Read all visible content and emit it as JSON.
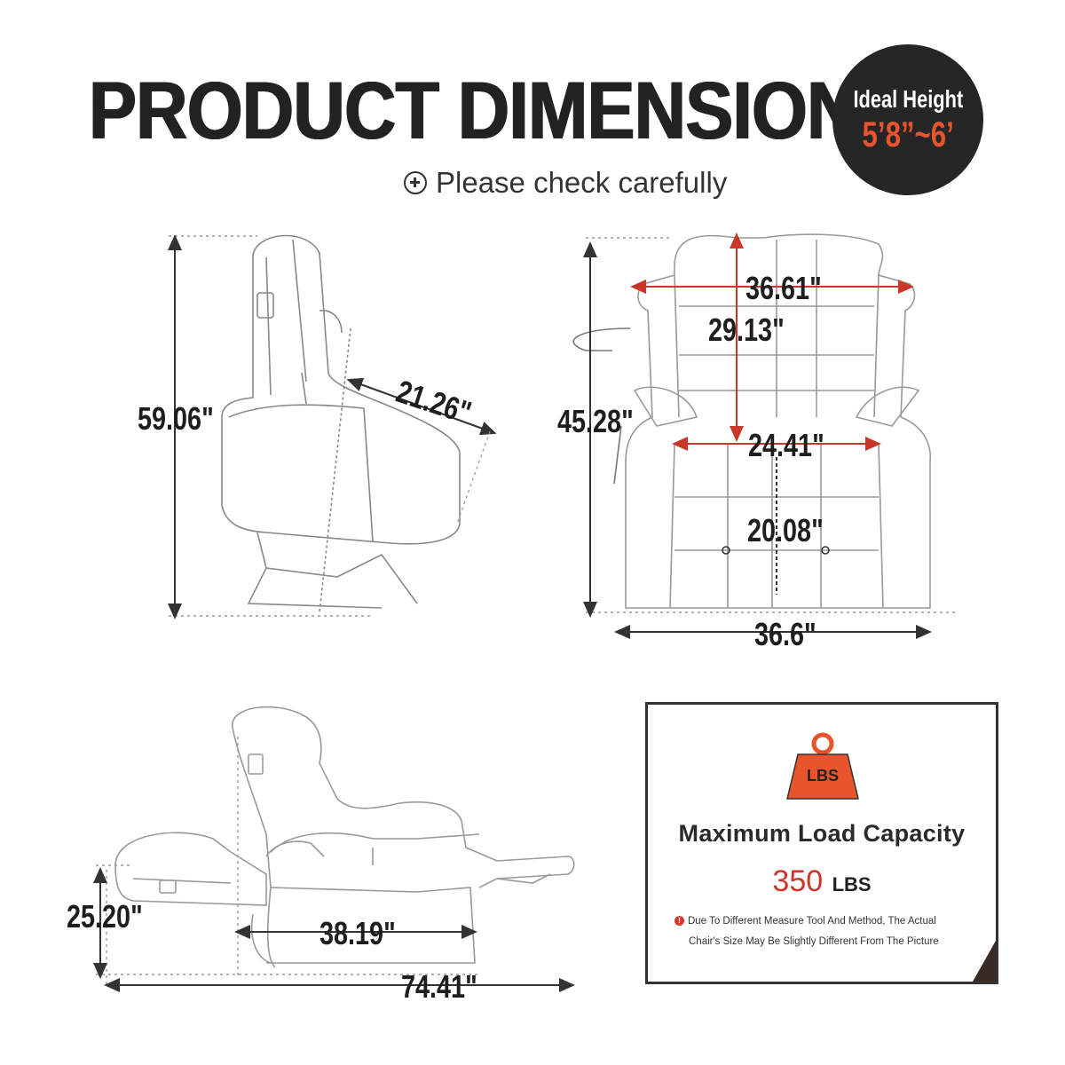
{
  "title": "PRODUCT DIMENSION",
  "subtitle": "Please check carefully",
  "badge": {
    "line1": "Ideal Height",
    "line2": "5’8”~6’"
  },
  "dimensions": {
    "side_height": "59.06\"",
    "seat_depth": "21.26\"",
    "back_width": "36.61\"",
    "back_height": "29.13\"",
    "front_height": "45.28\"",
    "seat_width": "24.41\"",
    "seat_height": "20.08\"",
    "overall_width": "36.6\"",
    "recline_height": "25.20\"",
    "wall_clearance": "38.19\"",
    "recline_length": "74.41\""
  },
  "capacity_card": {
    "icon_label": "LBS",
    "title": "Maximum Load Capacity",
    "value": "350",
    "unit": "LBS",
    "note_line1": "Due To Different Measure Tool And Method, The Actual",
    "note_line2": "Chair's Size May Be Slightly Different From The Picture"
  },
  "colors": {
    "accent": "#e8542c",
    "dark": "#262626",
    "arrow_red": "#c9362a"
  }
}
